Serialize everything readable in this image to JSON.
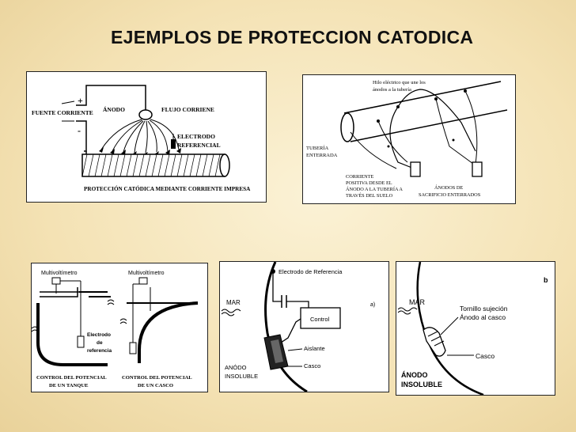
{
  "slide": {
    "title": "EJEMPLOS DE PROTECCION CATODICA"
  },
  "panel1": {
    "fuente": "FUENTE CORRIENTE",
    "plus": "+",
    "minus": "-",
    "anodo": "ÁNODO",
    "flujo": "FLUJO CORRIENE",
    "electrodo": "ELECTRODO",
    "referencial": "REFERENCIAL",
    "caption": "PROTECCIÓN CATÓDICA MEDIANTE CORRIENTE IMPRESA"
  },
  "panel2": {
    "hilo1": "Hilo eléctrico que une los",
    "hilo2": "ánodos a la tubería",
    "tuberia1": "TUBERÍA",
    "tuberia2": "ENTERRADA",
    "corriente1": "CORRIENTE",
    "corriente2": "POSITIVA DESDE EL",
    "corriente3": "ÁNODO A LA TUBERÍA A",
    "corriente4": "TRAVÉS DEL SUELO",
    "anodos1": "ÁNODOS DE",
    "anodos2": "SACRIFICIO ENTERRADOS"
  },
  "panel3": {
    "multi1": "Multivoltímetro",
    "multi2": "Multivoltímetro",
    "electrodo1": "Electrodo",
    "electrodo2": "de",
    "electrodo3": "referencia",
    "cap1a": "CONTROL DEL POTENCIAL",
    "cap1b": "DE UN TANQUE",
    "cap2a": "CONTROL DEL POTENCIAL",
    "cap2b": "DE UN CASCO"
  },
  "panel4": {
    "electrodo": "Electrodo de Referencia",
    "mar": "MAR",
    "a": "a)",
    "control": "Control",
    "aislante": "Aislante",
    "casco": "Casco",
    "anodo1": "ANÓDO",
    "anodo2": "INSOLUBLE"
  },
  "panel5": {
    "b": "b",
    "mar": "MAR",
    "tornillo1": "Tornillo sujeción",
    "tornillo2": "Ánodo al casco",
    "casco": "Casco",
    "anodo1": "ÁNODO",
    "anodo2": "INSOLUBLE"
  }
}
